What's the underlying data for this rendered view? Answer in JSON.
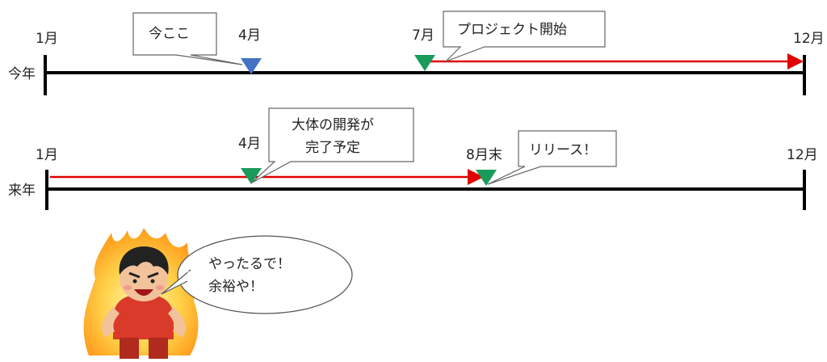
{
  "timeline_this_year": {
    "row_label": "今年",
    "start_label": "1月",
    "end_label": "12月",
    "markers": [
      {
        "label": "4月",
        "month": 4,
        "color": "#4472c4"
      },
      {
        "label": "7月",
        "month": 7,
        "color": "#1a9b5b"
      }
    ],
    "callout_now": "今ここ",
    "callout_project": "プロジェクト開始"
  },
  "timeline_next_year": {
    "row_label": "来年",
    "start_label": "1月",
    "end_label": "12月",
    "markers": [
      {
        "label": "4月",
        "month": 4,
        "color": "#1a9b5b"
      },
      {
        "label": "8月末",
        "month": 8.9,
        "color": "#1a9b5b"
      }
    ],
    "callout_dev_line1": "大体の開発が",
    "callout_dev_line2": "完了予定",
    "callout_release": "リリース！"
  },
  "character": {
    "speech_line1": "やったるで！",
    "speech_line2": "余裕や！"
  },
  "colors": {
    "axis": "#000000",
    "arrow": "#e00000"
  }
}
